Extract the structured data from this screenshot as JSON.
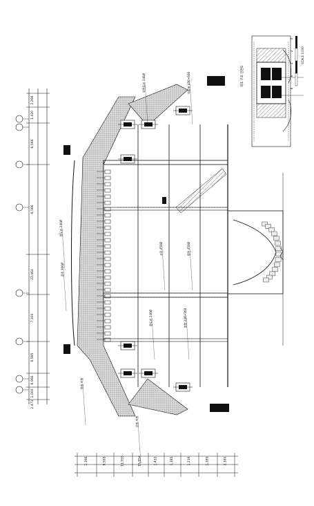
{
  "drawing": {
    "dims_top": [
      "2,266",
      "1,420",
      "6,566",
      "6,566",
      "22,464",
      "7,300",
      "6,585",
      "6,966",
      "1,000",
      "2,471"
    ],
    "dims_left": [
      "1,166",
      "9,555",
      "11,555",
      "15,854",
      "1,412",
      "1,185",
      "1,216",
      "1,185",
      "2,180"
    ],
    "annotations": [
      "용도리 240Ø",
      "장주 300Ø",
      "외목도리 240Ø",
      "대들보 450×600",
      "고주 450Ø",
      "평주 450Ø",
      "중도리 240Ø",
      "창방 240×360",
      "하층 지붕",
      "상층 지붕"
    ],
    "legend_title": "목조 구조 단면도",
    "scale_label": "SCALE 1/100",
    "scale_ticks": [
      "0",
      "2",
      "4",
      "6",
      "8"
    ]
  }
}
